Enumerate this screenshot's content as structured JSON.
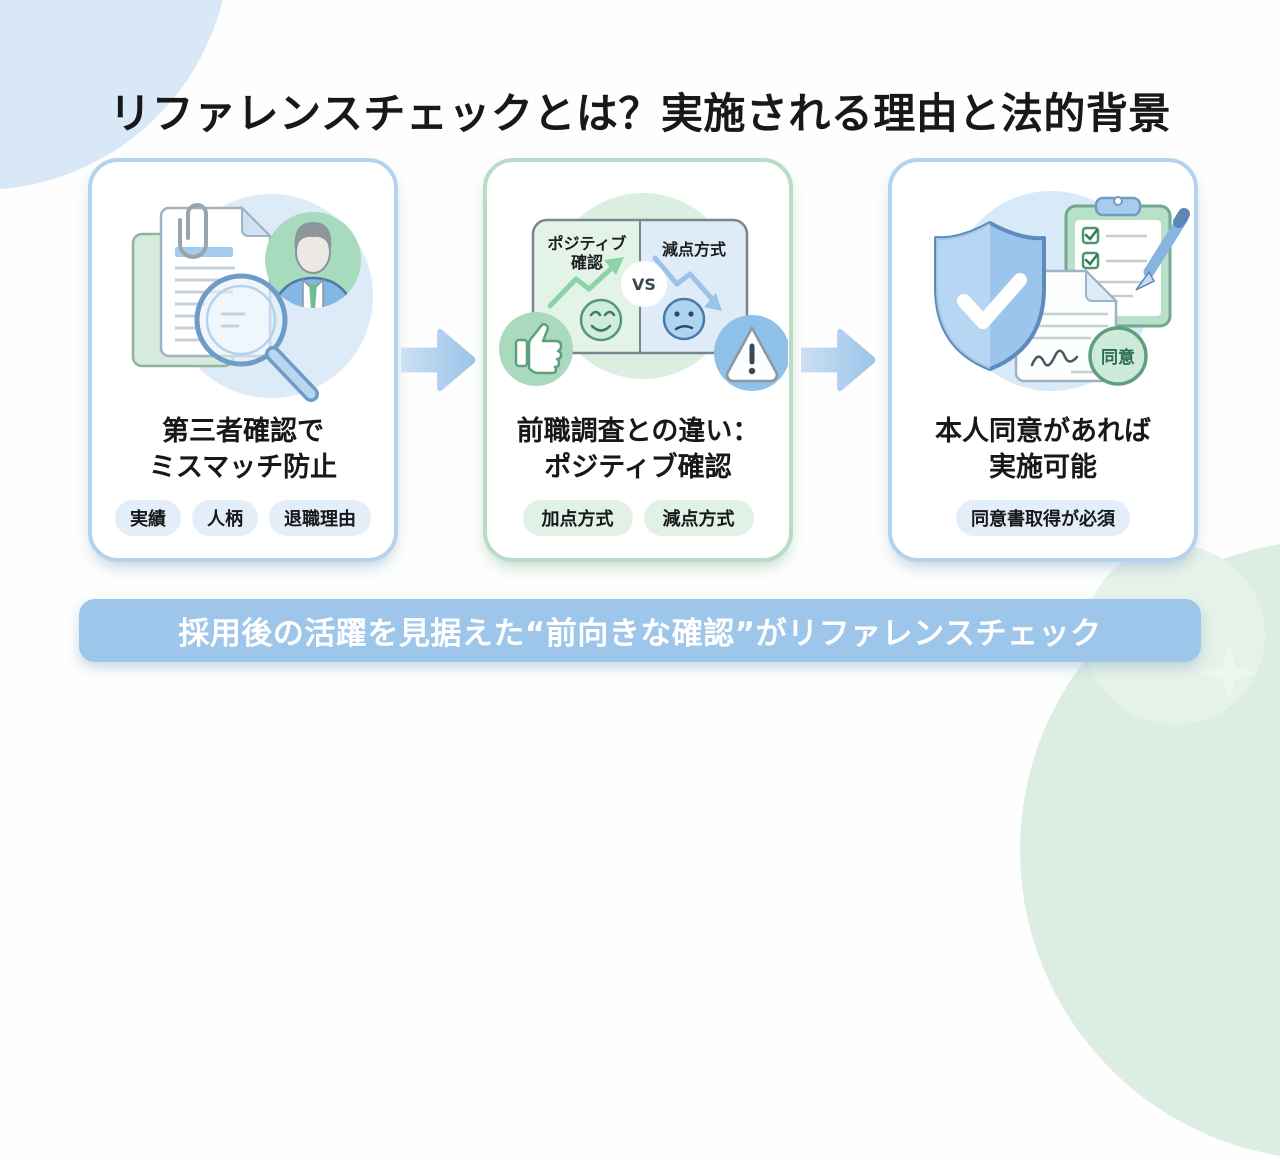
{
  "title": "リファレンスチェックとは？実施される理由と法的背景",
  "cards": [
    {
      "heading_line1": "第三者確認で",
      "heading_line2": "ミスマッチ防止",
      "tags": [
        "実績",
        "人柄",
        "退職理由"
      ]
    },
    {
      "heading_line1": "前職調査との違い：",
      "heading_line2": "ポジティブ確認",
      "tags": [
        "加点方式",
        "減点方式"
      ],
      "comparison": {
        "left_label_line1": "ポジティブ",
        "left_label_line2": "確認",
        "right_label": "減点方式",
        "vs": "VS"
      }
    },
    {
      "heading_line1": "本人同意があれば",
      "heading_line2": "実施可能",
      "tags": [
        "同意書取得が必須"
      ],
      "consent_badge": "同意"
    }
  ],
  "banner": "採用後の活躍を見据えた“前向きな確認”がリファレンスチェック",
  "colors": {
    "title_text": "#17181a",
    "card_border_blue": "#b5d3ec",
    "card_border_green": "#b9dcc6",
    "pill_blue": "#e4eef9",
    "pill_green": "#e1f1e6",
    "banner_bg": "#9ec6ea",
    "banner_text": "#ffffff",
    "arrow_blue": "#a9cdec",
    "bg_blob_blue": "#d8e8f6",
    "bg_blob_green": "#dcede3"
  }
}
